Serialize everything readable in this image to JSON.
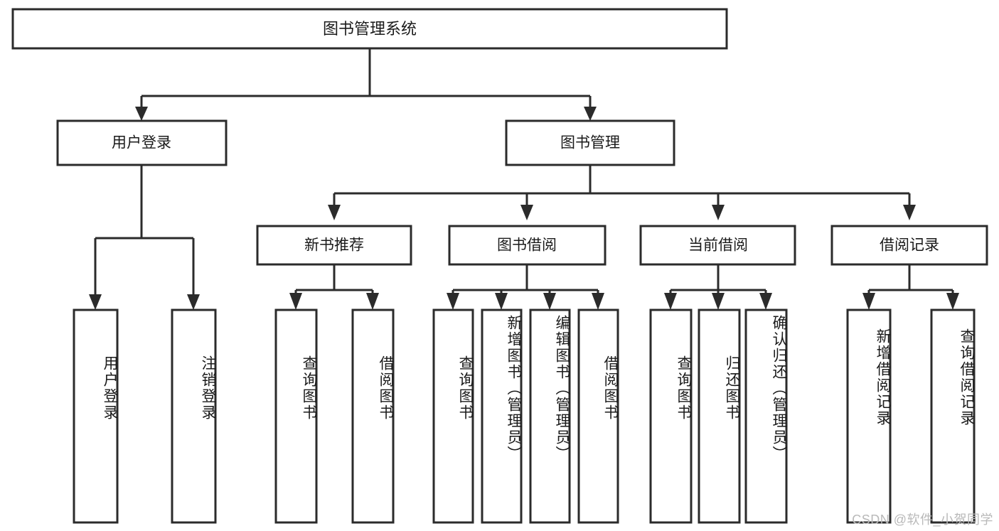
{
  "diagram": {
    "title": "图书管理系统",
    "type": "tree",
    "orientation": "top-down",
    "root": {
      "id": "root",
      "label": "图书管理系统",
      "text_orientation": "horizontal"
    },
    "level1": [
      {
        "id": "user-login",
        "label": "用户登录",
        "text_orientation": "horizontal"
      },
      {
        "id": "book-manage",
        "label": "图书管理",
        "text_orientation": "horizontal"
      }
    ],
    "level2": [
      {
        "id": "new-book-recommend",
        "label": "新书推荐",
        "parent": "book-manage",
        "text_orientation": "horizontal"
      },
      {
        "id": "book-borrow",
        "label": "图书借阅",
        "parent": "book-manage",
        "text_orientation": "horizontal"
      },
      {
        "id": "current-borrow",
        "label": "当前借阅",
        "parent": "book-manage",
        "text_orientation": "horizontal"
      },
      {
        "id": "borrow-record",
        "label": "借阅记录",
        "parent": "book-manage",
        "text_orientation": "horizontal"
      }
    ],
    "leaves": [
      {
        "id": "leaf-user-login",
        "label": "用户登录",
        "parent": "user-login",
        "text_orientation": "vertical"
      },
      {
        "id": "leaf-logout",
        "label": "注销登录",
        "parent": "user-login",
        "text_orientation": "vertical"
      },
      {
        "id": "leaf-query-book-1",
        "label": "查询图书",
        "parent": "new-book-recommend",
        "text_orientation": "vertical"
      },
      {
        "id": "leaf-borrow-book-1",
        "label": "借阅图书",
        "parent": "new-book-recommend",
        "text_orientation": "vertical"
      },
      {
        "id": "leaf-query-book-2",
        "label": "查询图书",
        "parent": "book-borrow",
        "text_orientation": "vertical"
      },
      {
        "id": "leaf-add-book",
        "label": "新增图书（管理员）",
        "parent": "book-borrow",
        "text_orientation": "vertical"
      },
      {
        "id": "leaf-edit-book",
        "label": "编辑图书（管理员）",
        "parent": "book-borrow",
        "text_orientation": "vertical"
      },
      {
        "id": "leaf-borrow-book-2",
        "label": "借阅图书",
        "parent": "book-borrow",
        "text_orientation": "vertical"
      },
      {
        "id": "leaf-query-book-3",
        "label": "查询图书",
        "parent": "current-borrow",
        "text_orientation": "vertical"
      },
      {
        "id": "leaf-return-book",
        "label": "归还图书",
        "parent": "current-borrow",
        "text_orientation": "vertical"
      },
      {
        "id": "leaf-confirm-return",
        "label": "确认归还（管理员）",
        "parent": "current-borrow",
        "text_orientation": "vertical"
      },
      {
        "id": "leaf-add-record",
        "label": "新增借阅记录",
        "parent": "borrow-record",
        "text_orientation": "vertical"
      },
      {
        "id": "leaf-query-record",
        "label": "查询借阅记录",
        "parent": "borrow-record",
        "text_orientation": "vertical"
      }
    ],
    "colors": {
      "background": "#ffffff",
      "box_fill": "#ffffff",
      "box_stroke": "#2b2b2b",
      "text": "#1a1a1a",
      "connector": "#2b2b2b",
      "watermark": "#b9b9b9"
    }
  },
  "watermark": {
    "text": "CSDN @软件_小贺同学"
  }
}
